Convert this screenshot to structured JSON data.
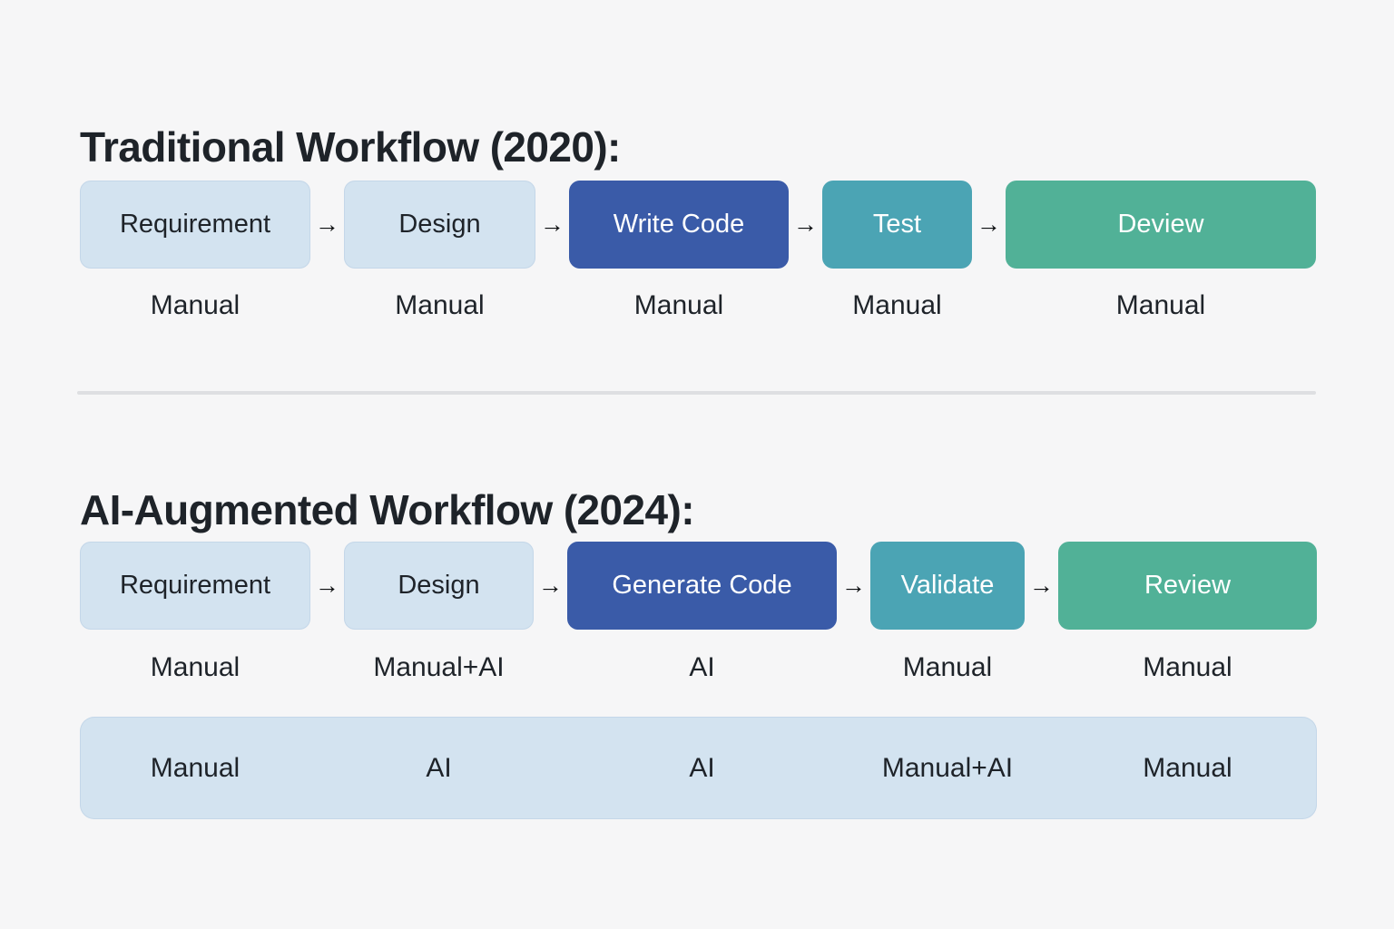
{
  "colors": {
    "background": "#f6f6f7",
    "box_light_blue": "#d3e3f0",
    "box_dark_blue": "#3a5ba8",
    "box_teal": "#4ba4b4",
    "box_green": "#51b197",
    "text_dark": "#1e2329",
    "text_on_color": "#ffffff",
    "arrow_black": "#0c0e10",
    "divider_gray": "#dedfe2"
  },
  "arrow_glyph": "→",
  "traditional": {
    "title": "Traditional Workflow (2020):",
    "steps": [
      {
        "label": "Requirement",
        "note": "Manual"
      },
      {
        "label": "Design",
        "note": "Manual"
      },
      {
        "label": "Write Code",
        "note": "Manual"
      },
      {
        "label": "Test",
        "note": "Manual"
      },
      {
        "label": "Deview",
        "note": "Manual"
      }
    ]
  },
  "ai_augmented": {
    "title": "AI-Augmented Workflow (2024):",
    "steps": [
      {
        "label": "Requirement",
        "note": "Manual"
      },
      {
        "label": "Design",
        "note": "Manual+AI"
      },
      {
        "label": "Generate Code",
        "note": "AI"
      },
      {
        "label": "Validate",
        "note": "Manual"
      },
      {
        "label": "Review",
        "note": "Manual"
      }
    ],
    "summary_row": [
      "Manual",
      "AI",
      "AI",
      "Manual+AI",
      "Manual"
    ]
  }
}
